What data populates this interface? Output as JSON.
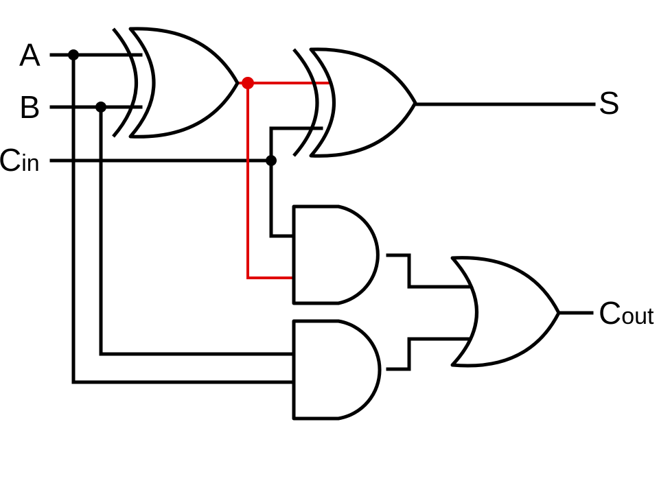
{
  "diagram": {
    "inputs": {
      "a": "A",
      "b": "B",
      "cin_main": "C",
      "cin_sub": "in"
    },
    "outputs": {
      "sum": "S",
      "cout_main": "C",
      "cout_sub": "out"
    },
    "colors": {
      "wire": "#000000",
      "highlight": "#e00000",
      "junction": "#000000"
    }
  }
}
